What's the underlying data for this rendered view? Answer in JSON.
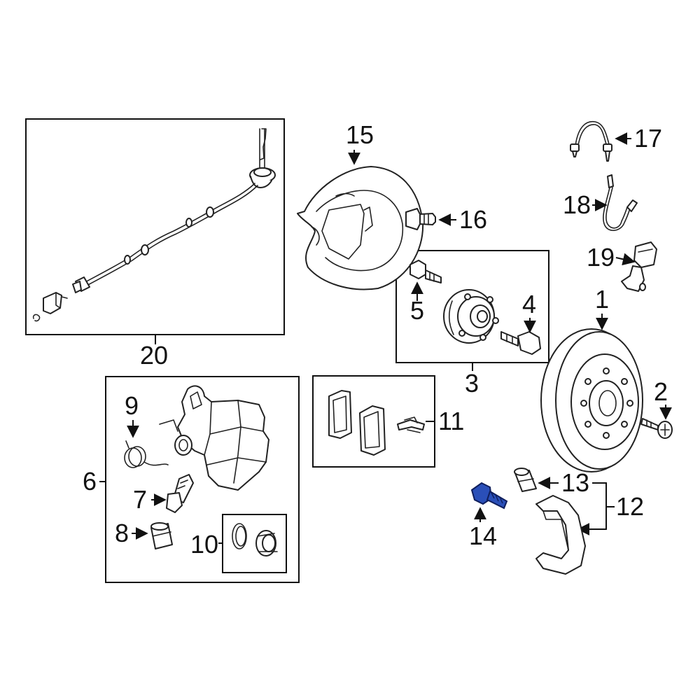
{
  "diagram": {
    "highlight_color": "#2a4fb8",
    "callouts": [
      {
        "id": "1",
        "text": "1"
      },
      {
        "id": "2",
        "text": "2"
      },
      {
        "id": "3",
        "text": "3"
      },
      {
        "id": "4",
        "text": "4"
      },
      {
        "id": "5",
        "text": "5"
      },
      {
        "id": "6",
        "text": "6"
      },
      {
        "id": "7",
        "text": "7"
      },
      {
        "id": "8",
        "text": "8"
      },
      {
        "id": "9",
        "text": "9"
      },
      {
        "id": "10",
        "text": "10"
      },
      {
        "id": "11",
        "text": "11"
      },
      {
        "id": "12",
        "text": "12"
      },
      {
        "id": "13",
        "text": "13"
      },
      {
        "id": "14",
        "text": "14"
      },
      {
        "id": "15",
        "text": "15"
      },
      {
        "id": "16",
        "text": "16"
      },
      {
        "id": "17",
        "text": "17"
      },
      {
        "id": "18",
        "text": "18"
      },
      {
        "id": "19",
        "text": "19"
      },
      {
        "id": "20",
        "text": "20"
      }
    ]
  }
}
